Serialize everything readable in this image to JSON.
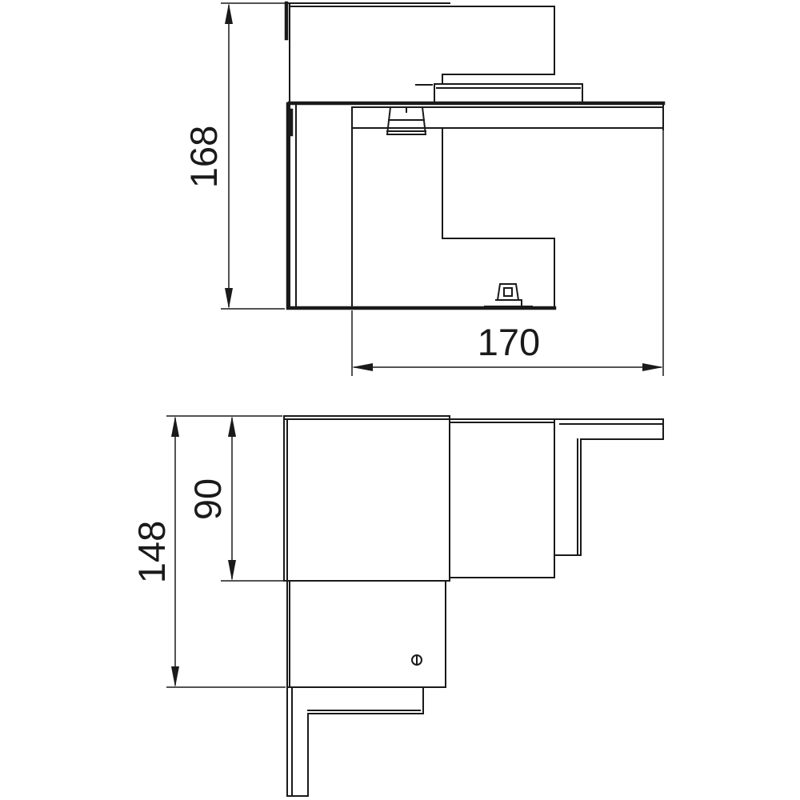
{
  "views": {
    "top": {
      "dimensions": {
        "height": "168",
        "width": "170"
      }
    },
    "front": {
      "dimensions": {
        "overall_height": "148",
        "inner_height": "90"
      }
    }
  },
  "colors": {
    "line": "#1a1a1a",
    "background": "#ffffff"
  }
}
